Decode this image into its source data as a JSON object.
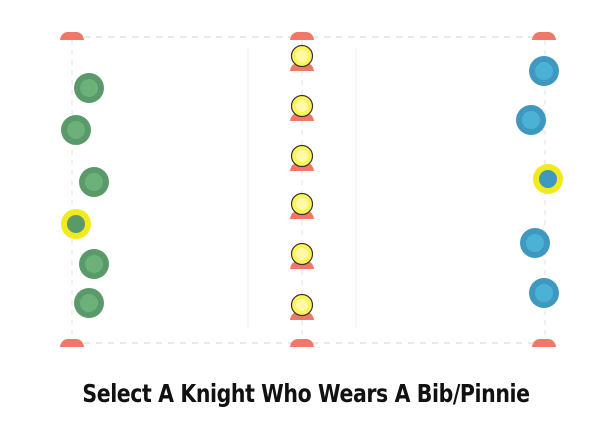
{
  "caption": "Select A Knight Who Wears A Bib/Pinnie",
  "colors": {
    "boundary_line": "#dcdcdc",
    "cone": "#f07868",
    "green_player": "#5a9a6a",
    "green_player_inner": "#6cb07a",
    "blue_player": "#3f98bf",
    "blue_player_inner": "#4bb2d6",
    "yellow_player": "#fff35a",
    "yellow_outline": "#333333",
    "bib_ring": "#f2ea1c"
  },
  "icons": {
    "cone": "cone-icon",
    "green_player": "green-player-icon",
    "blue_player": "blue-player-icon",
    "yellow_player": "yellow-player-icon"
  },
  "teams": {
    "green": {
      "players": 5,
      "bib_players": 1
    },
    "yellow": {
      "players": 6
    },
    "blue": {
      "players": 4,
      "bib_players": 1
    }
  }
}
